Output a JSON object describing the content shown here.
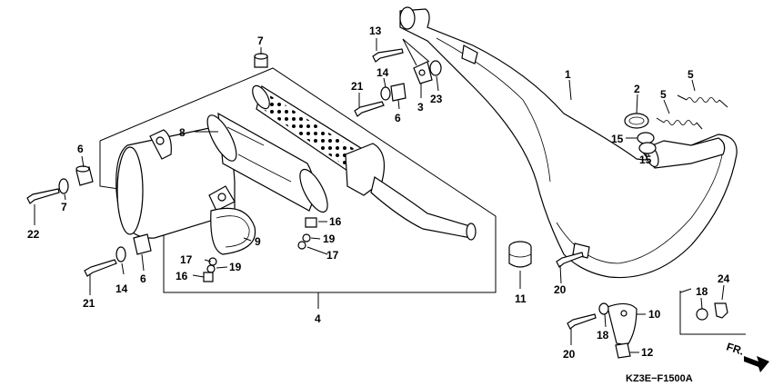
{
  "diagram": {
    "code": "KZ3E−F1500A",
    "direction_label": "FR.",
    "callouts": {
      "c1": "1",
      "c2": "2",
      "c3": "3",
      "c4": "4",
      "c5a": "5",
      "c5b": "5",
      "c6a": "6",
      "c6b": "6",
      "c6c": "6",
      "c7a": "7",
      "c7b": "7",
      "c8": "8",
      "c9": "9",
      "c10": "10",
      "c11": "11",
      "c12": "12",
      "c13": "13",
      "c14a": "14",
      "c14b": "14",
      "c15a": "15",
      "c15b": "15",
      "c16a": "16",
      "c16b": "16",
      "c17a": "17",
      "c17b": "17",
      "c18a": "18",
      "c18b": "18",
      "c19a": "19",
      "c19b": "19",
      "c20a": "20",
      "c20b": "20",
      "c21a": "21",
      "c21b": "21",
      "c22": "22",
      "c23": "23",
      "c24": "24"
    }
  }
}
